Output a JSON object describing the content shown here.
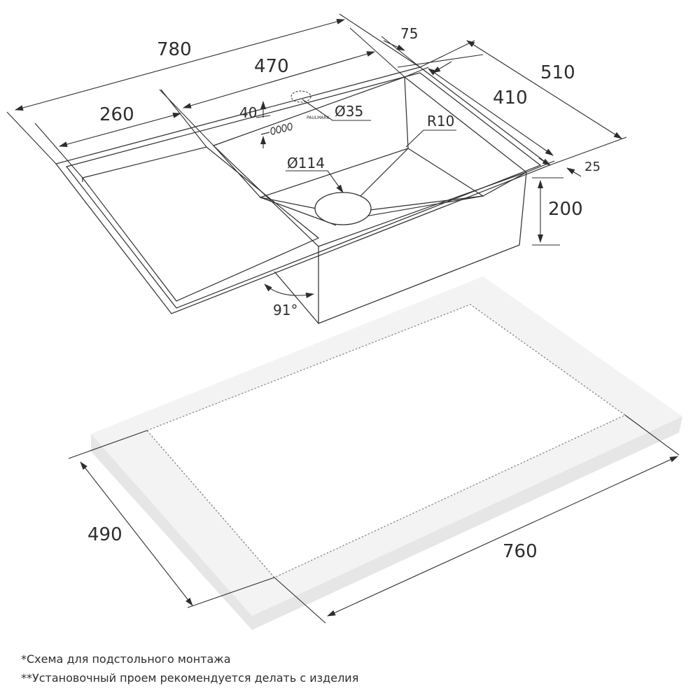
{
  "dimensions": {
    "overall_length": "780",
    "bowl_length": "470",
    "drainer_length": "260",
    "tap_offset": "40",
    "tap_hole": "Ø35",
    "corner_radius": "R10",
    "drain_hole": "Ø114",
    "rim_gap": "75",
    "overall_width": "510",
    "bowl_width": "410",
    "rim_width": "25",
    "bowl_depth": "200",
    "wall_angle": "91°",
    "cutout_width": "490",
    "cutout_length": "760"
  },
  "notes": {
    "note1": "*Схема для подстольного монтажа",
    "note2": "**Установочный проем рекомендуется делать с изделия"
  }
}
